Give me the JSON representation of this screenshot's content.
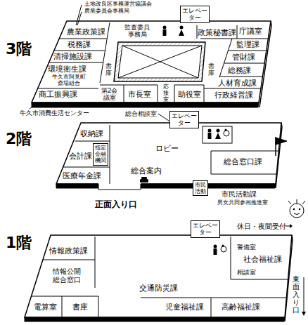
{
  "diagram": {
    "nodes": [
      {
        "text": [
          "エレベーター"
        ]
      },
      {
        "text": [
          "農業政策課"
        ]
      },
      {
        "text": [
          "監査委員事務局"
        ]
      },
      {
        "text": [
          "政策秘書課"
        ]
      },
      {
        "text": [
          "庁議室"
        ]
      },
      {
        "text": [
          "税務課"
        ]
      },
      {
        "text": [
          "監理課"
        ]
      },
      {
        "text": [
          "清掃施設課"
        ]
      },
      {
        "text": [
          "管財課"
        ]
      },
      {
        "text": [
          "環境衛生課"
        ]
      },
      {
        "text": [
          "牛久市阿見町斎場組合"
        ]
      },
      {
        "text": [
          "総務課"
        ]
      },
      {
        "text": [
          "書庫"
        ]
      },
      {
        "text": [
          "書庫"
        ]
      },
      {
        "text": [
          "人材育成課"
        ]
      },
      {
        "text": [
          "商工振興課"
        ]
      },
      {
        "text": [
          "第2会議室"
        ]
      },
      {
        "text": [
          "市長室"
        ]
      },
      {
        "text": [
          "応接室"
        ]
      },
      {
        "text": [
          "助役室"
        ]
      },
      {
        "text": [
          "行政経営課"
        ]
      },
      {
        "text": [
          "エレベーター"
        ]
      },
      {
        "text": [
          "収納課"
        ]
      },
      {
        "text": [
          "総合窓口課"
        ]
      },
      {
        "text": [
          "会計課"
        ]
      },
      {
        "text": [
          "指定金融機関"
        ]
      },
      {
        "text": [
          "医療年金課"
        ]
      },
      {
        "text": [
          "市民活動"
        ]
      },
      {
        "text": [
          "エレベーター"
        ]
      },
      {
        "text": [
          "情報政策課"
        ]
      },
      {
        "text": [
          "警備室"
        ]
      },
      {
        "text": [
          "社会福祉課"
        ]
      },
      {
        "text": [
          "情報公開総合窓口"
        ]
      },
      {
        "text": [
          "相談室"
        ]
      },
      {
        "text": [
          "交通防災課"
        ]
      },
      {
        "text": [
          "電算室"
        ]
      },
      {
        "text": [
          "書庫"
        ]
      },
      {
        "text": [
          "児童福祉課"
        ]
      },
      {
        "text": [
          "高齢福祉課"
        ]
      }
    ],
    "labels": [
      "土地改良区事務運営協議会",
      "農業委員会事務局",
      "3階",
      "牛久市消費生活センター",
      "総合相談室",
      "2階",
      "ロビー",
      "総合案内",
      "市民活動課",
      "男女共同参画推進室",
      "正面入り口",
      "休日・夜間受付",
      "1階",
      "東面入り口"
    ]
  }
}
